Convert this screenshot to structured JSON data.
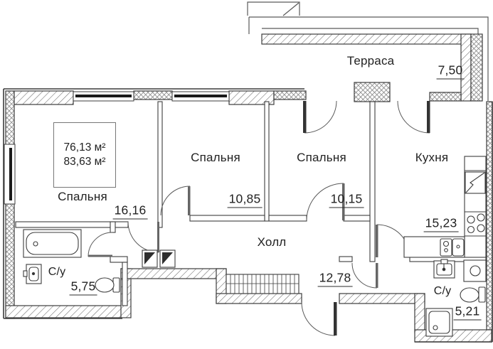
{
  "plan": {
    "summary": {
      "area_living": "76,13 м²",
      "area_total": "83,63 м²"
    },
    "rooms": {
      "terrace": {
        "name": "Терраса",
        "area": "7,50"
      },
      "bedroom_left": {
        "name": "Спальня",
        "area": "16,16"
      },
      "bedroom_middle": {
        "name": "Спальня",
        "area": "10,85"
      },
      "bedroom_right": {
        "name": "Спальня",
        "area": "10,15"
      },
      "kitchen": {
        "name": "Кухня",
        "area": "15,23"
      },
      "hall": {
        "name": "Холл",
        "area": "12,78"
      },
      "bathroom_left": {
        "name": "С/у",
        "area": "5,75"
      },
      "bathroom_right": {
        "name": "С/у",
        "area": "5,21"
      }
    },
    "colors": {
      "line": "#3c3c3c",
      "background": "#ffffff",
      "glazing": "#1a1a1a"
    },
    "fixture_icons": [
      "bathtub-icon",
      "sink-icon",
      "toilet-icon",
      "shower-tray-icon",
      "washing-machine-icon",
      "stove-icon",
      "kitchen-sink-icon",
      "radiator-icon",
      "vent-shaft-icon",
      "door-swing-icon",
      "window-icon"
    ]
  }
}
